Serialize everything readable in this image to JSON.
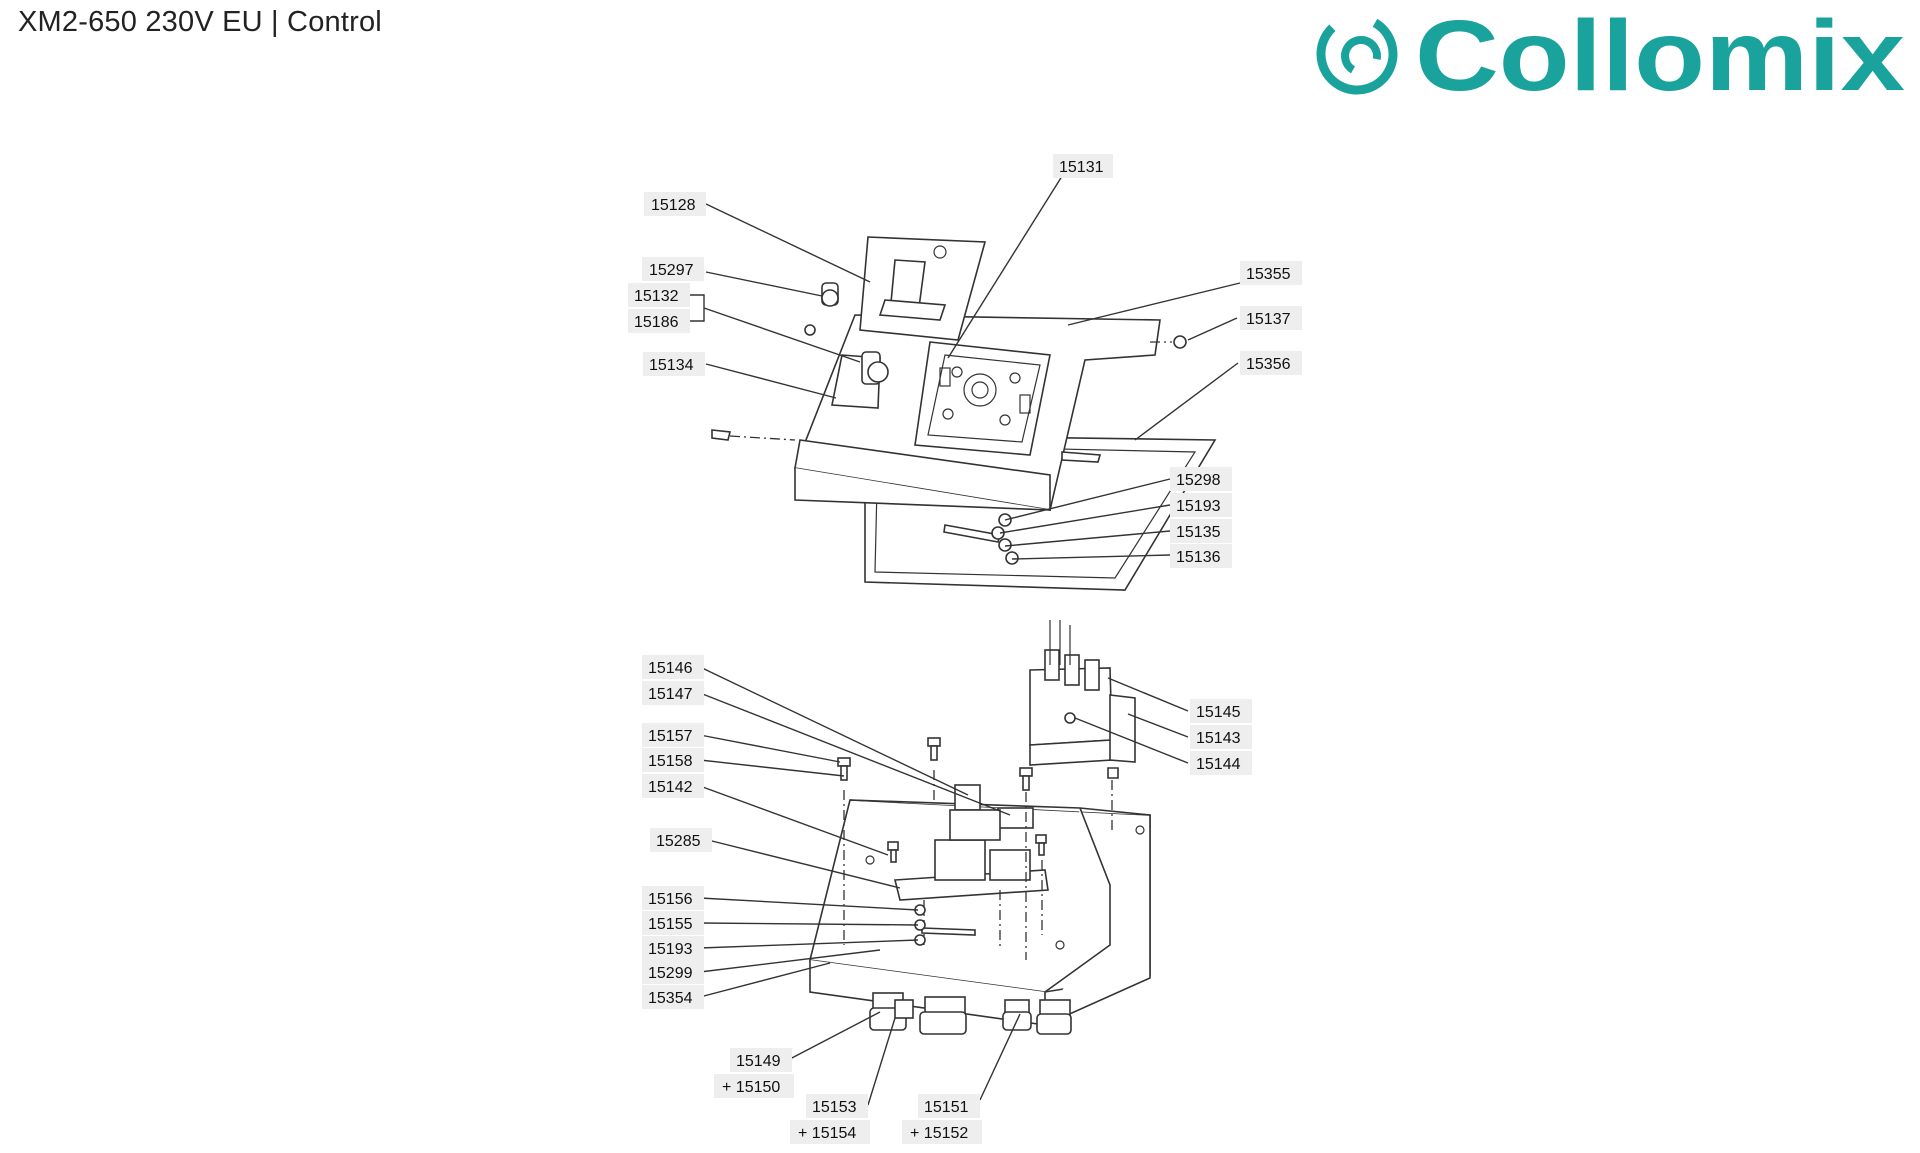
{
  "title": "XM2-650 230V EU | Control",
  "brand": {
    "name": "Collomix",
    "color": "#1aa39c"
  },
  "parts": [
    "15128",
    "15131",
    "15297",
    "15132",
    "15186",
    "15134",
    "15355",
    "15137",
    "15356",
    "15298",
    "15193",
    "15135",
    "15136",
    "15146",
    "15147",
    "15157",
    "15158",
    "15142",
    "15285",
    "15156",
    "15155",
    "15193",
    "15299",
    "15354",
    "15145",
    "15143",
    "15144",
    "15149",
    "+ 15150",
    "15153",
    "+ 15154",
    "15151",
    "+ 15152"
  ]
}
